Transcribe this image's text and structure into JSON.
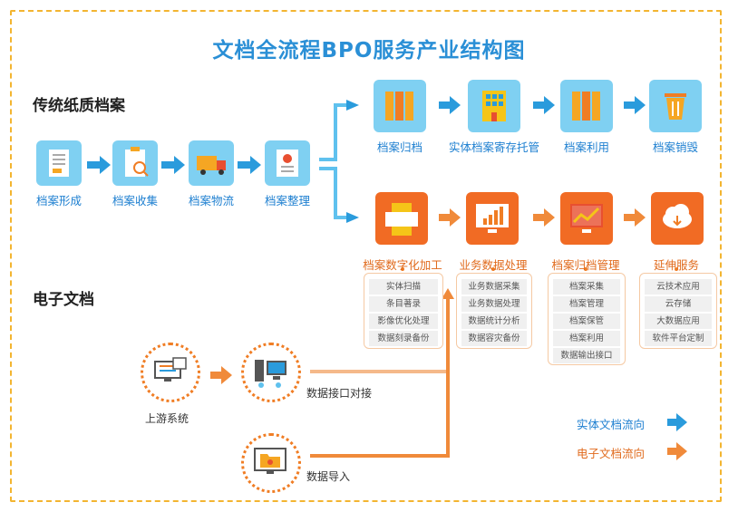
{
  "title": "文档全流程BPO服务产业结构图",
  "sections": {
    "paper": "传统纸质档案",
    "electronic": "电子文档"
  },
  "paper_flow": [
    "档案形成",
    "档案收集",
    "档案物流",
    "档案整理"
  ],
  "physical_branch": [
    "档案归档",
    "实体档案寄存托管",
    "档案利用",
    "档案销毁"
  ],
  "digital_branch": {
    "stages": [
      "档案数字化加工",
      "业务数据处理",
      "档案归档管理",
      "延伸服务"
    ],
    "details": [
      [
        "实体扫描",
        "条目著录",
        "影像优化处理",
        "数据刻录备份"
      ],
      [
        "业务数据采集",
        "业务数据处理",
        "数据统计分析",
        "数据容灾备份"
      ],
      [
        "档案采集",
        "档案管理",
        "档案保管",
        "档案利用",
        "数据输出接口"
      ],
      [
        "云技术应用",
        "云存储",
        "大数据应用",
        "软件平台定制"
      ]
    ]
  },
  "electronic_sources": {
    "upstream": "上游系统",
    "interface": "数据接口对接",
    "import": "数据导入"
  },
  "legend": {
    "physical": "实体文档流向",
    "electronic": "电子文档流向"
  },
  "colors": {
    "blue": "#2a9bdc",
    "orange": "#f07d24",
    "title": "#2a8fd6",
    "frame": "#f3b531"
  },
  "icons": [
    "document-icon",
    "clipboard-search-icon",
    "truck-icon",
    "id-card-icon",
    "binders-icon",
    "building-icon",
    "binders-icon",
    "trash-icon",
    "scanner-icon",
    "bar-chart-monitor-icon",
    "line-chart-monitor-icon",
    "cloud-icon",
    "desktop-computer-icon",
    "server-computer-icon",
    "folder-monitor-icon"
  ]
}
